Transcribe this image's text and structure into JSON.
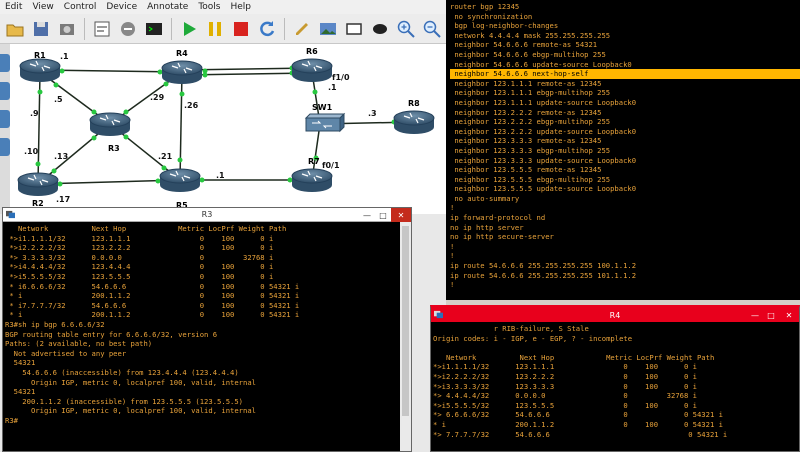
{
  "menu": [
    "Edit",
    "View",
    "Control",
    "Device",
    "Annotate",
    "Tools",
    "Help"
  ],
  "topology": {
    "devices": [
      "R1",
      "R4",
      "R6",
      "R3",
      "R8",
      "SW1",
      "R2",
      "R5",
      "R7"
    ],
    "labels": [
      ".1",
      ".5",
      ".29",
      ".26",
      ".9",
      ".10",
      ".13",
      ".21",
      ".17",
      ".1",
      "f1/0",
      ".1",
      ".3",
      "f0/1"
    ]
  },
  "r3": {
    "title": "R3",
    "lines": [
      "   Network          Next Hop            Metric LocPrf Weight Path",
      " *>i1.1.1.1/32      123.1.1.1                0    100      0 i",
      " *>i2.2.2.2/32      123.2.2.2                0    100      0 i",
      " *> 3.3.3.3/32      0.0.0.0                  0         32768 i",
      " *>i4.4.4.4/32      123.4.4.4                0    100      0 i",
      " *>i5.5.5.5/32      123.5.5.5                0    100      0 i",
      " * i6.6.6.6/32      54.6.6.6                 0    100      0 54321 i",
      " * i                200.1.1.2                0    100      0 54321 i",
      " * i7.7.7.7/32      54.6.6.6                 0    100      0 54321 i",
      " * i                200.1.1.2                0    100      0 54321 i",
      "R3#sh ip bgp 6.6.6.6/32",
      "BGP routing table entry for 6.6.6.6/32, version 6",
      "Paths: (2 available, no best path)",
      "  Not advertised to any peer",
      "  54321",
      "    54.6.6.6 (inaccessible) from 123.4.4.4 (123.4.4.4)",
      "      Origin IGP, metric 0, localpref 100, valid, internal",
      "  54321",
      "    200.1.1.2 (inaccessible) from 123.5.5.5 (123.5.5.5)",
      "      Origin IGP, metric 0, localpref 100, valid, internal",
      "R3#"
    ]
  },
  "r6": {
    "lines": [
      "router bgp 12345",
      " no synchronization",
      " bgp log-neighbor-changes",
      " network 4.4.4.4 mask 255.255.255.255",
      " neighbor 54.6.6.6 remote-as 54321",
      " neighbor 54.6.6.6 ebgp-multihop 255",
      " neighbor 54.6.6.6 update-source Loopback0",
      " neighbor 54.6.6.6 next-hop-self",
      " neighbor 123.1.1.1 remote-as 12345",
      " neighbor 123.1.1.1 ebgp-multihop 255",
      " neighbor 123.1.1.1 update-source Loopback0",
      " neighbor 123.2.2.2 remote-as 12345",
      " neighbor 123.2.2.2 ebgp-multihop 255",
      " neighbor 123.2.2.2 update-source Loopback0",
      " neighbor 123.3.3.3 remote-as 12345",
      " neighbor 123.3.3.3 ebgp-multihop 255",
      " neighbor 123.3.3.3 update-source Loopback0",
      " neighbor 123.5.5.5 remote-as 12345",
      " neighbor 123.5.5.5 ebgp-multihop 255",
      " neighbor 123.5.5.5 update-source Loopback0",
      " no auto-summary",
      "!",
      "ip forward-protocol nd",
      "no ip http server",
      "no ip http secure-server",
      "!",
      "!",
      "ip route 54.6.6.6 255.255.255.255 100.1.1.2",
      "ip route 54.6.6.6 255.255.255.255 101.1.1.2",
      "!"
    ],
    "highlight_index": 7
  },
  "r4": {
    "title": "R4",
    "lines": [
      "              r RIB-failure, S Stale",
      "Origin codes: i - IGP, e - EGP, ? - incomplete",
      "",
      "   Network          Next Hop            Metric LocPrf Weight Path",
      "*>i1.1.1.1/32      123.1.1.1                0    100      0 i",
      "*>i2.2.2.2/32      123.2.2.2                0    100      0 i",
      "*>i3.3.3.3/32      123.3.3.3                0    100      0 i",
      "*> 4.4.4.4/32      0.0.0.0                  0         32768 i",
      "*>i5.5.5.5/32      123.5.5.5                0    100      0 i",
      "*> 6.6.6.6/32      54.6.6.6                 0             0 54321 i",
      "* i                200.1.1.2                0    100      0 54321 i",
      "*> 7.7.7.7/32      54.6.6.6                                0 54321 i"
    ]
  }
}
